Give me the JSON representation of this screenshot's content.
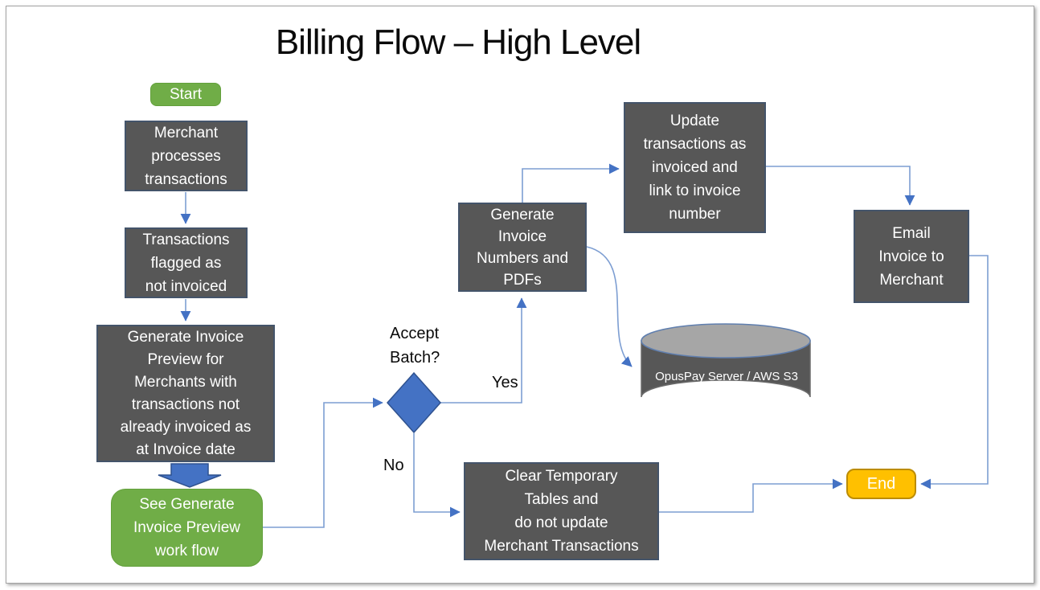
{
  "title": "Billing Flow – High Level",
  "nodes": {
    "start": {
      "label": "Start"
    },
    "merchant": {
      "label": "Merchant\nprocesses\ntransactions"
    },
    "flagged": {
      "label": "Transactions\nflagged as\nnot invoiced"
    },
    "preview": {
      "label": "Generate Invoice\nPreview for\nMerchants with\ntransactions not\nalready invoiced as\nat Invoice date"
    },
    "see_workflow": {
      "label": "See Generate\nInvoice Preview\nwork flow"
    },
    "generate_numbers": {
      "label": "Generate\nInvoice\nNumbers and\nPDFs"
    },
    "update_transactions": {
      "label": "Update\ntransactions as\ninvoiced and\nlink to invoice\nnumber"
    },
    "email_invoice": {
      "label": "Email\nInvoice to\nMerchant"
    },
    "clear_tables": {
      "label": "Clear Temporary\nTables and\ndo not update\nMerchant Transactions"
    },
    "end": {
      "label": "End"
    }
  },
  "decision": {
    "question": "Accept\nBatch?",
    "yes_label": "Yes",
    "no_label": "No"
  },
  "datastore": {
    "label": "OpusPay Server / AWS S3"
  },
  "colors": {
    "node_gray": "#575757",
    "node_border": "#44546A",
    "green": "#70AD47",
    "accent_blue": "#4472C4",
    "accent_blue_dark": "#2F528F",
    "connector_blue": "#7D9ED2",
    "end_yellow": "#FFC000",
    "end_border": "#BC8C00",
    "cylinder_top": "#A6A6A6",
    "text_white": "#FFFFFF"
  }
}
